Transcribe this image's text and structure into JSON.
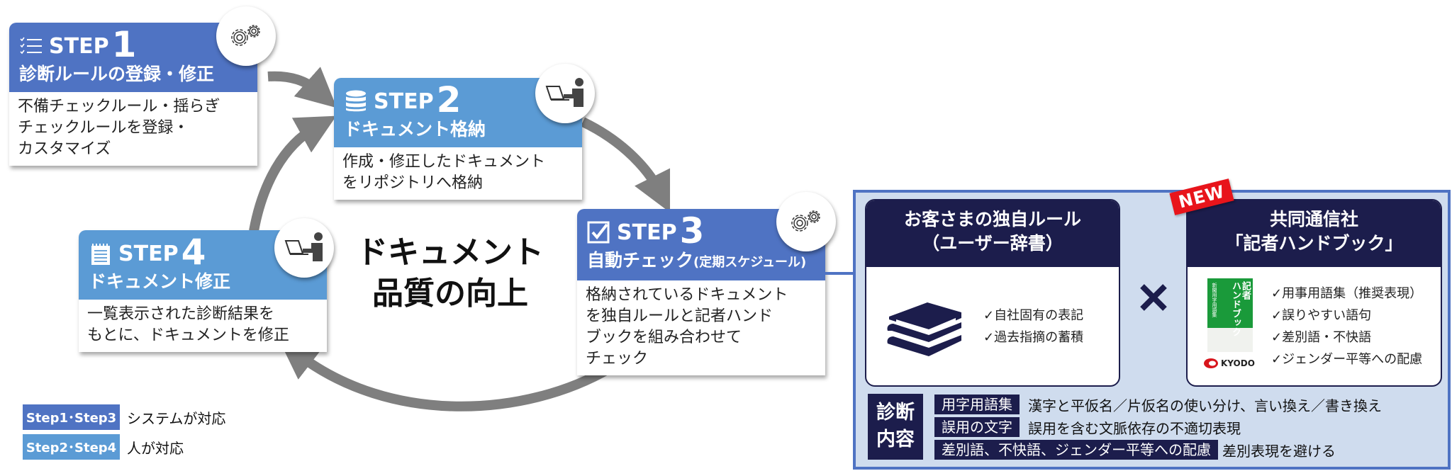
{
  "colors": {
    "system_step": "#4f73c3",
    "human_step": "#5b9bd5",
    "arrow": "#7f7f7f",
    "panel_bg": "#cfdcee",
    "navy": "#1c1d4c",
    "new_tag": "#e8141b",
    "book_green": "#1a9a3a"
  },
  "steps": [
    {
      "id": 1,
      "word": "STEP",
      "num": "1",
      "icon": "checklist-icon",
      "badge": "gears-icon",
      "actor": "system",
      "title": "診断ルールの登録・修正",
      "body": "不備チェックルール・揺らぎ\nチェックルールを登録・\nカスタマイズ"
    },
    {
      "id": 2,
      "word": "STEP",
      "num": "2",
      "icon": "database-icon",
      "badge": "person-laptop-icon",
      "actor": "human",
      "title": "ドキュメント格納",
      "body": "作成・修正したドキュメント\nをリポジトリへ格納"
    },
    {
      "id": 3,
      "word": "STEP",
      "num": "3",
      "icon": "checkbox-icon",
      "badge": "gears-icon",
      "actor": "system",
      "title": "自動チェック",
      "title_suffix": "(定期スケジュール)",
      "body": "格納されているドキュメント\nを独自ルールと記者ハンド\nブックを組み合わせて\nチェック"
    },
    {
      "id": 4,
      "word": "STEP",
      "num": "4",
      "icon": "notepad-icon",
      "badge": "person-laptop-icon",
      "actor": "human",
      "title": "ドキュメント修正",
      "body": "一覧表示された診断結果を\nもとに、ドキュメントを修正"
    }
  ],
  "center_title": {
    "line1": "ドキュメント",
    "line2": "品質の向上"
  },
  "legend": [
    {
      "chip": "Step1･Step3",
      "text": "システムが対応"
    },
    {
      "chip": "Step2･Step4",
      "text": "人が対応"
    }
  ],
  "panel": {
    "user_dict": {
      "title": "お客さまの独自ルール\n（ユーザー辞書）",
      "icon": "books-icon",
      "items": [
        "✓自社固有の表記",
        "✓過去指摘の蓄積"
      ]
    },
    "operator": "×",
    "handbook": {
      "badge": "NEW",
      "title": "共同通信社\n「記者ハンドブック」",
      "book_cover": {
        "title": "記者\nハンドブック",
        "subtitle": "新聞用字用語集"
      },
      "publisher": "KYODO",
      "items": [
        "✓用事用語集（推奨表現）",
        "✓誤りやすい語句",
        "✓差別語・不快語",
        "✓ジェンダー平等への配慮"
      ]
    },
    "diagnosis": {
      "label": "診断\n内容",
      "rows": [
        {
          "tag": "用字用語集",
          "desc": "漢字と平仮名／片仮名の使い分け、言い換え／書き換え"
        },
        {
          "tag": "誤用の文字",
          "desc": "誤用を含む文脈依存の不適切表現"
        },
        {
          "tag": "差別語、不快語、ジェンダー平等への配慮",
          "desc": "差別表現を避ける"
        }
      ]
    }
  }
}
